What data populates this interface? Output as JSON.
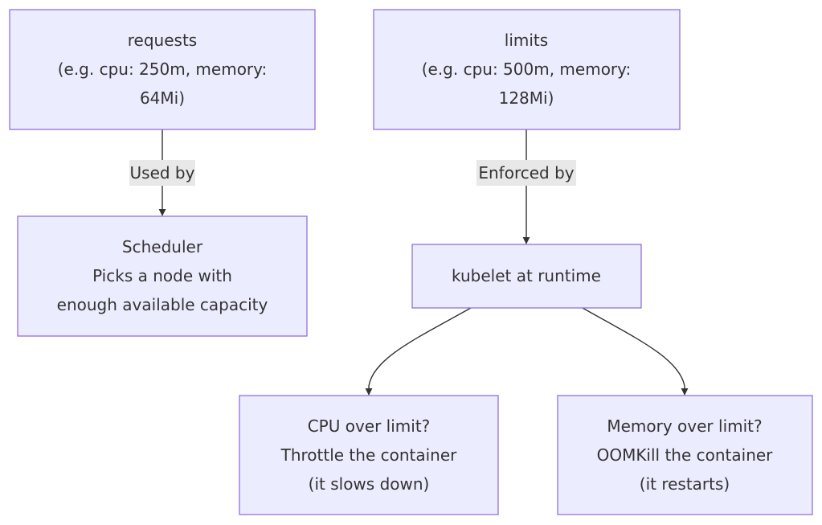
{
  "nodes": {
    "requests": {
      "lines": [
        "requests",
        "(e.g. cpu: 250m, memory:",
        "64Mi)"
      ]
    },
    "limits": {
      "lines": [
        "limits",
        "(e.g. cpu: 500m, memory:",
        "128Mi)"
      ]
    },
    "scheduler": {
      "lines": [
        "Scheduler",
        "Picks a node with",
        "enough available capacity"
      ]
    },
    "kubelet": {
      "lines": [
        "kubelet at runtime"
      ]
    },
    "cpu": {
      "lines": [
        "CPU over limit?",
        "Throttle the container",
        "(it slows down)"
      ]
    },
    "memory": {
      "lines": [
        "Memory over limit?",
        "OOMKill the container",
        "(it restarts)"
      ]
    }
  },
  "edges": {
    "requests_to_scheduler": {
      "label": "Used by"
    },
    "limits_to_kubelet": {
      "label": "Enforced by"
    },
    "kubelet_to_cpu": {
      "label": ""
    },
    "kubelet_to_memory": {
      "label": ""
    }
  },
  "colors": {
    "node_fill": "#ECECFF",
    "node_stroke": "#9370DB",
    "edge": "#333333",
    "edge_label_bg": "#E8E8E8",
    "text": "#333333"
  }
}
